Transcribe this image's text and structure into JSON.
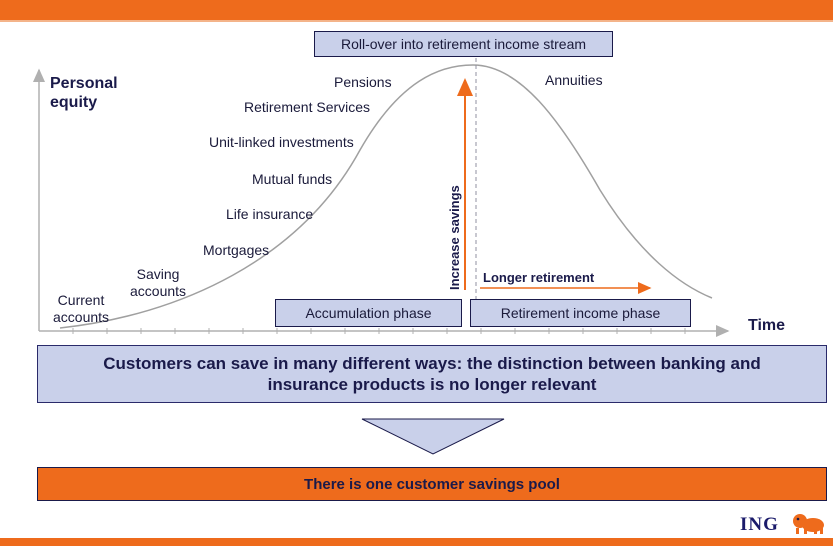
{
  "axes": {
    "y_label": "Personal\nequity",
    "x_label": "Time"
  },
  "products_rising": [
    "Current\naccounts",
    "Saving\naccounts",
    "Mortgages",
    "Life insurance",
    "Mutual funds",
    "Unit-linked investments",
    "Retirement Services",
    "Pensions"
  ],
  "products_falling": [
    "Annuities"
  ],
  "rollover_box": "Roll-over into retirement income stream",
  "phases": {
    "accumulation": "Accumulation phase",
    "retirement": "Retirement income phase"
  },
  "arrows": {
    "vertical": "Increase savings",
    "horizontal": "Longer retirement"
  },
  "message": "Customers can save in many different ways: the distinction between banking and insurance products is no longer relevant",
  "conclusion": "There is one customer savings pool",
  "logo": {
    "text": "ING",
    "icon": "lion-icon"
  },
  "colors": {
    "orange": "#ee6b1c",
    "box_fill": "#c9d0ea",
    "navy": "#1a1a4a"
  }
}
